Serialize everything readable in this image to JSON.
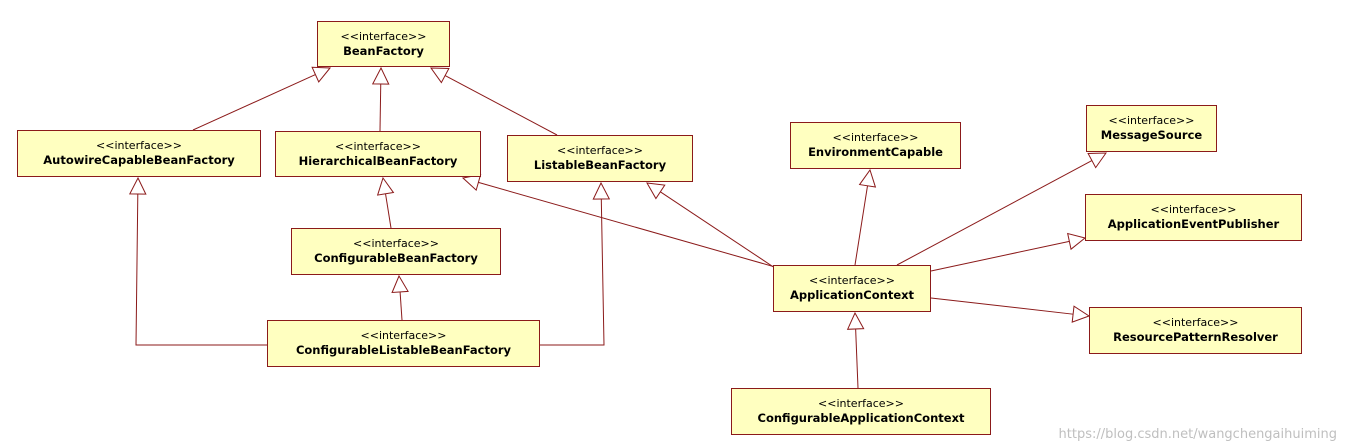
{
  "diagram": {
    "stereotype": "<<interface>>",
    "nodes": [
      {
        "id": "bean-factory",
        "name": "BeanFactory"
      },
      {
        "id": "autowire-capable-bean-factory",
        "name": "AutowireCapableBeanFactory"
      },
      {
        "id": "hierarchical-bean-factory",
        "name": "HierarchicalBeanFactory"
      },
      {
        "id": "listable-bean-factory",
        "name": "ListableBeanFactory"
      },
      {
        "id": "configurable-bean-factory",
        "name": "ConfigurableBeanFactory"
      },
      {
        "id": "configurable-listable-bean-factory",
        "name": "ConfigurableListableBeanFactory"
      },
      {
        "id": "environment-capable",
        "name": "EnvironmentCapable"
      },
      {
        "id": "message-source",
        "name": "MessageSource"
      },
      {
        "id": "application-event-publisher",
        "name": "ApplicationEventPublisher"
      },
      {
        "id": "application-context",
        "name": "ApplicationContext"
      },
      {
        "id": "resource-pattern-resolver",
        "name": "ResourcePatternResolver"
      },
      {
        "id": "configurable-application-context",
        "name": "ConfigurableApplicationContext"
      }
    ],
    "edges": [
      {
        "from": "autowire-capable-bean-factory",
        "to": "bean-factory"
      },
      {
        "from": "hierarchical-bean-factory",
        "to": "bean-factory"
      },
      {
        "from": "listable-bean-factory",
        "to": "bean-factory"
      },
      {
        "from": "configurable-bean-factory",
        "to": "hierarchical-bean-factory"
      },
      {
        "from": "configurable-listable-bean-factory",
        "to": "configurable-bean-factory"
      },
      {
        "from": "configurable-listable-bean-factory",
        "to": "autowire-capable-bean-factory"
      },
      {
        "from": "configurable-listable-bean-factory",
        "to": "listable-bean-factory"
      },
      {
        "from": "application-context",
        "to": "hierarchical-bean-factory"
      },
      {
        "from": "application-context",
        "to": "listable-bean-factory"
      },
      {
        "from": "application-context",
        "to": "environment-capable"
      },
      {
        "from": "application-context",
        "to": "message-source"
      },
      {
        "from": "application-context",
        "to": "application-event-publisher"
      },
      {
        "from": "application-context",
        "to": "resource-pattern-resolver"
      },
      {
        "from": "configurable-application-context",
        "to": "application-context"
      }
    ],
    "colors": {
      "fill": "#ffffc0",
      "stroke": "#8b1a1a"
    }
  },
  "watermark": "https://blog.csdn.net/wangchengaihuiming"
}
